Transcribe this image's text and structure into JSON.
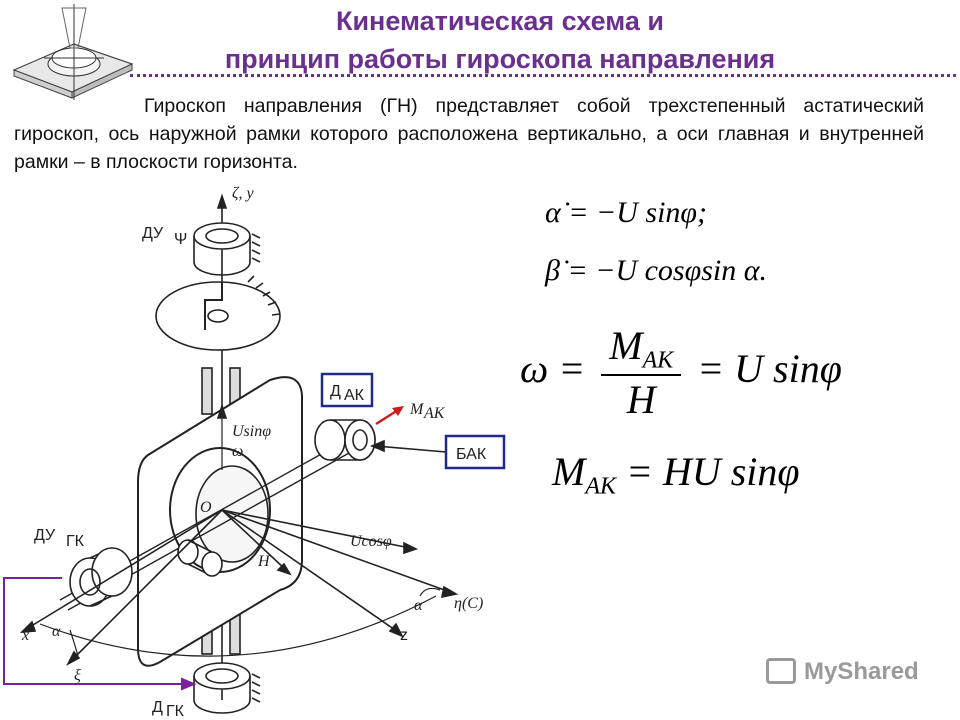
{
  "title": {
    "line1": "Кинематическая схема и",
    "line2": "принцип работы гироскопа направления"
  },
  "intro_text": "Гироскоп направления (ГН) представляет собой трехстепенный астатический гироскоп, ось наружной рамки которого расположена вертикально, а оси главная и внутренней рамки – в плоскости горизонта.",
  "diagram": {
    "labels": {
      "zeta_y": "ζ, y",
      "du_psi": "ДУ",
      "du_psi_sub": "Ψ",
      "d_ak": "Д",
      "d_ak_sub": "АК",
      "m_ak": "M",
      "m_ak_sub": "АК",
      "bak": "БАК",
      "usin": "Usinφ",
      "omega": "ω",
      "o": "O",
      "du_gk": "ДУ",
      "du_gk_sub": "ГК",
      "ucos": "Ucosφ",
      "h": "H",
      "eta": "η(C)",
      "alpha": "α",
      "x": "x",
      "z": "z",
      "xi": "ξ",
      "d_gk": "Д",
      "d_gk_sub": "ГК"
    },
    "colors": {
      "box_border": "#1f2a8a",
      "feedback_line": "#7a1fa0",
      "moment_arrow": "#d11a1a"
    }
  },
  "formulas": {
    "f1_lhs": "α̇",
    "f1_rhs": "= −U sinφ;",
    "f2_lhs": "β̇",
    "f2_rhs": "= −U cosφsin α.",
    "f3_lhs": "ω =",
    "f3_num": "M",
    "f3_num_sub": "АК",
    "f3_den": "H",
    "f3_rhs": "= U sinφ",
    "f4_lhs": "M",
    "f4_lhs_sub": "АК",
    "f4_rhs": "= HU sinφ"
  },
  "watermark": "MyShared",
  "accent_color": "#6b2f8f"
}
